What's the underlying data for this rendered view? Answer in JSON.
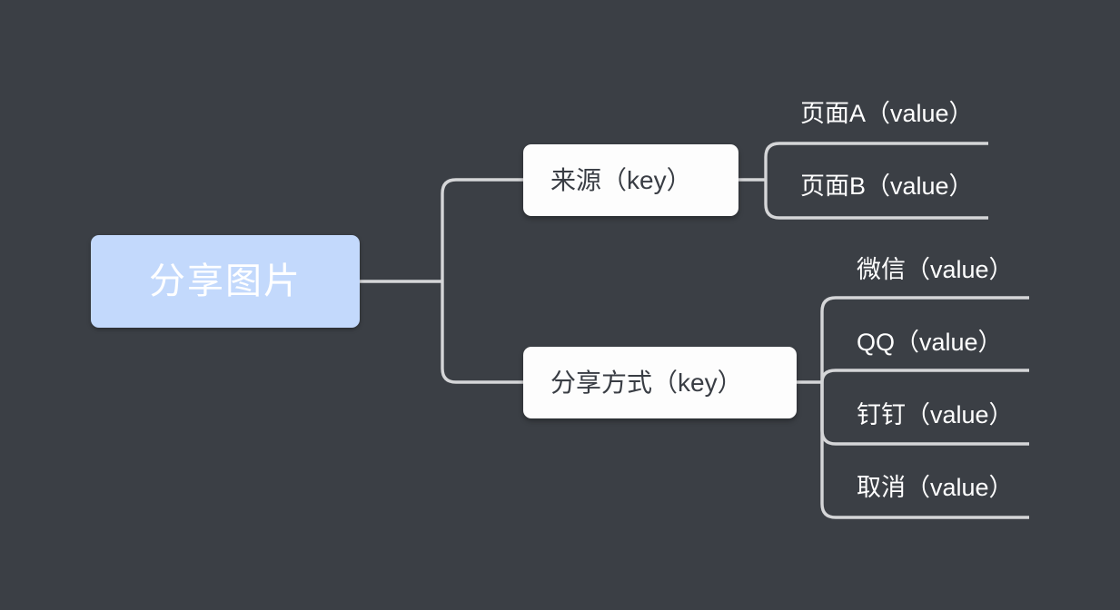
{
  "diagram": {
    "type": "mindmap",
    "title": "分享图片",
    "background_color": "#3b3f45",
    "root": {
      "label": "分享图片",
      "fill_color": "#c3d9fc",
      "text_color": "#ffffff"
    },
    "connector_color": "#d5d6d8",
    "branches": [
      {
        "key": "来源（key）",
        "values": [
          "页面A（value）",
          "页面B（value）"
        ]
      },
      {
        "key": "分享方式（key）",
        "values": [
          "微信（value）",
          "QQ（value）",
          "钉钉（value）",
          "取消（value）"
        ]
      }
    ]
  }
}
